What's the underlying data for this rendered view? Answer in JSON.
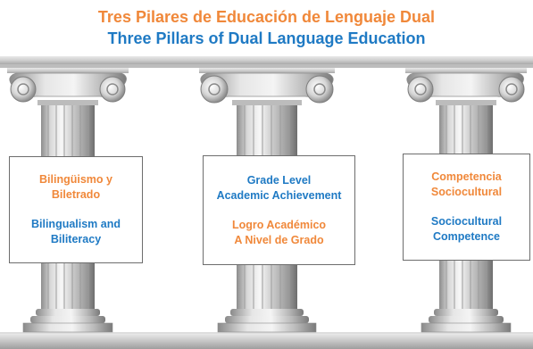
{
  "title": {
    "spanish": "Tres Pilares de Educación de Lenguaje Dual",
    "english": "Three Pillars of Dual Language Education"
  },
  "pillars": [
    {
      "spanish": "Bilingüismo y\nBiletrado",
      "english": "Bilingualism and\nBiliteracy"
    },
    {
      "english": "Grade Level\nAcademic Achievement",
      "spanish": "Logro Académico\nA Nivel de Grado"
    },
    {
      "spanish": "Competencia\nSociocultural",
      "english": "Sociocultural\nCompetence"
    }
  ],
  "colors": {
    "spanish_text": "#f0883a",
    "english_text": "#1f7ac4"
  }
}
